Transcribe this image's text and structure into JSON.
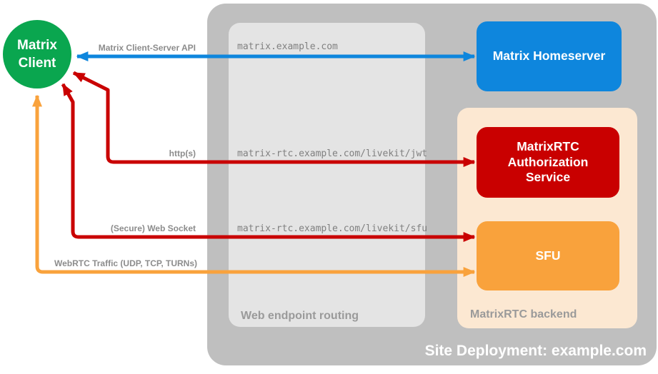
{
  "site": {
    "label": "Site Deployment: example.com"
  },
  "client": {
    "label": "Matrix Client"
  },
  "routing": {
    "label": "Web endpoint routing"
  },
  "backend": {
    "label": "MatrixRTC backend"
  },
  "nodes": {
    "homeserver": {
      "label": "Matrix Homeserver",
      "color": "#0e86dd"
    },
    "auth": {
      "label": "MatrixRTC Authorization Service",
      "color": "#c90000"
    },
    "sfu": {
      "label": "SFU",
      "color": "#f9a23c"
    }
  },
  "arrows": [
    {
      "label": "Matrix Client-Server API",
      "endpoint": "matrix.example.com",
      "color": "#0e86dd",
      "direction": "bidirectional"
    },
    {
      "label": "http(s)",
      "endpoint": "matrix-rtc.example.com/livekit/jwt",
      "color": "#c90000",
      "direction": "bidirectional"
    },
    {
      "label": "(Secure) Web Socket",
      "endpoint": "matrix-rtc.example.com/livekit/sfu",
      "color": "#c90000",
      "direction": "bidirectional"
    },
    {
      "label": "WebRTC Traffic (UDP, TCP, TURNs)",
      "color": "#f9a23c",
      "direction": "bidirectional"
    }
  ],
  "colors": {
    "client_green": "#0aa64f",
    "site_container_gray": "#bfbfbf",
    "routing_container_gray": "#e4e4e4",
    "backend_container_peach": "#fce8d2",
    "label_gray": "#8c8c8c",
    "container_label_gray": "#9a9a9a",
    "endpoint_text_gray": "#808080"
  }
}
